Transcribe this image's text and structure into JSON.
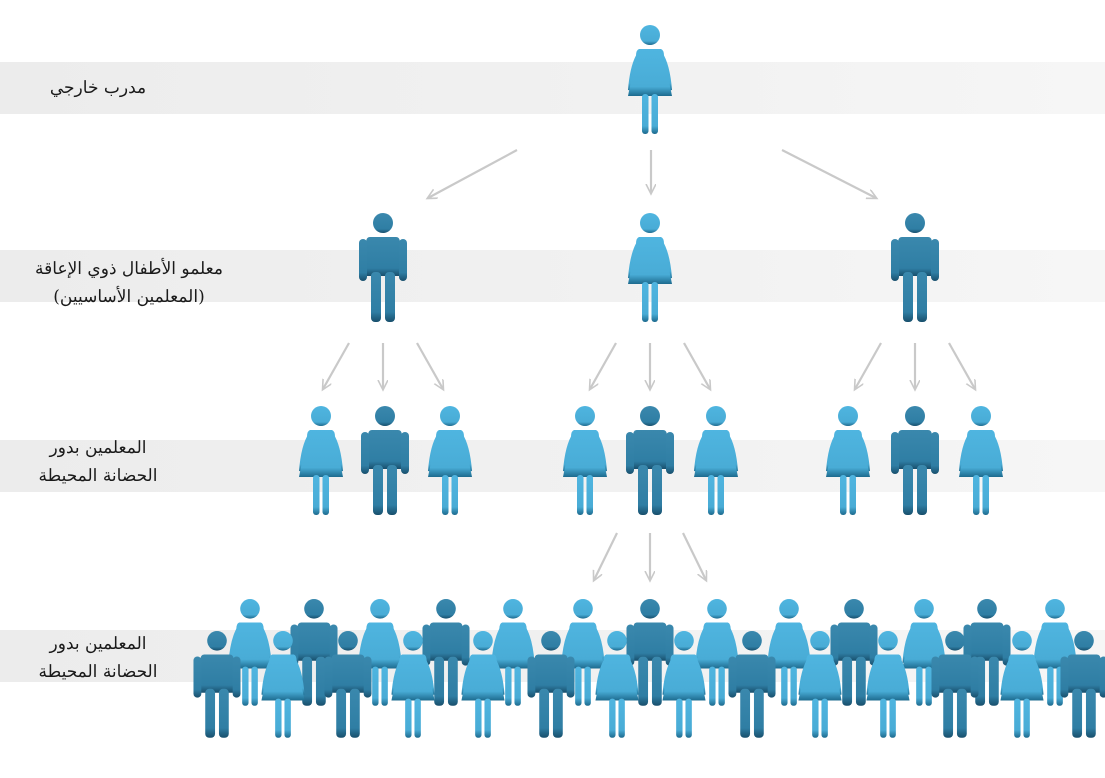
{
  "levels": [
    {
      "lines": [
        "مدرب خارجي"
      ]
    },
    {
      "lines": [
        "معلمو الأطفال ذوي الإعاقة",
        "(المعلمين الأساسيين)"
      ]
    },
    {
      "lines": [
        "المعلمين بدور",
        "الحضانة المحيطة"
      ]
    },
    {
      "lines": [
        "المعلمين بدور",
        "الحضانة المحيطة"
      ]
    }
  ],
  "colors": {
    "female": "#4fb5e0",
    "male": "#2f7ea4",
    "arrow": "#c9c9c9",
    "band": "#eeeeee"
  },
  "icons": [
    "female-person-icon",
    "male-person-icon",
    "arrow-icon"
  ]
}
